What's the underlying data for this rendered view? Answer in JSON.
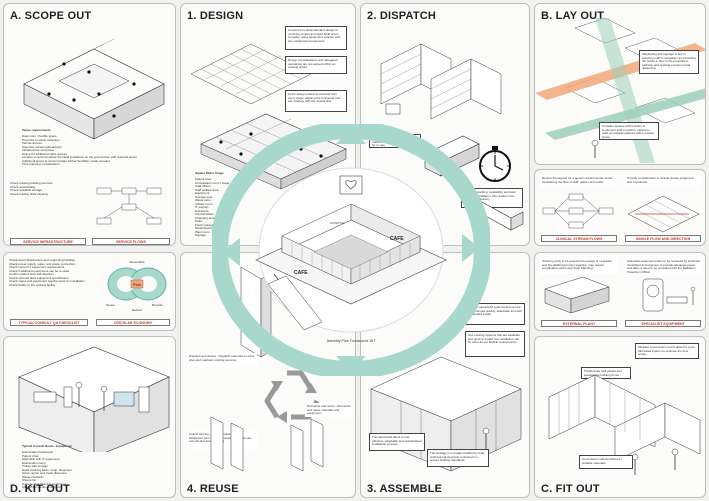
{
  "panels": {
    "scope_out": {
      "title": "SCOPE OUT",
      "letter": "A.",
      "heading": "Venue requirements",
      "list": [
        "Data room / flexible space",
        "Proximity to waste collection",
        "Vehicle access",
        "Step-free access (wheelchair)",
        "Infrastructure and power",
        "Space for additional cable access",
        "Location to accommodate the initial installation on the ground floor with required space",
        "Additional space to accommodate further flexibility / scale demand",
        "Time planning consideration"
      ],
      "checklist_a": [
        "Check existing building services",
        "Check accessibility",
        "Check available storage",
        "Check loading dock capacity"
      ],
      "tag_left": "SERVICE INFRASTRUCTURE",
      "tag_right": "SERVICE FLOWS"
    },
    "design": {
      "title": "DESIGN",
      "number": "1.",
      "note1": "Construct modular/standard design to minimise project and rapid build times. Consider using equipment supplier with pre-configured components.",
      "note2": "Design considerations and delegated operations are pre-agreed within an existing space.",
      "note3": "At the design phase its involved from every stage, aligning the functional and site strategy with the clinical flow.",
      "list_heading": "Square Metre Usage",
      "list": [
        "Patient area",
        "Consultation room / triage",
        "Staff offices",
        "Staff welfare area",
        "Equipment",
        "Storage area",
        "Waste store",
        "Utilities room",
        "IT support",
        "Entrances",
        "Clinical Waste",
        "Changing area",
        "Toilet",
        "Fresh storage room",
        "Switchboard",
        "Plant room",
        "Signage"
      ]
    },
    "dispatch": {
      "title": "DISPATCH",
      "number": "2.",
      "note1": "Disassemble and pack existing material and equipment required for re-use.",
      "note2": "Prioritise stocking, availability and lead times for installation, this results in the flexibility of delivery."
    },
    "lay_out": {
      "title": "LAY OUT",
      "letter": "B.",
      "note1": "Wayfinding and signage is key to assisting staff in navigation and directing the public to flow in the prescribed pathway and spacing ensures social distancing.",
      "note2": "Consider spaces with function to implement staff to patient, patient to staff, as multiple patients within a share space.",
      "note3": "Review the layouts for a generic departmental model considering the flow of staff, patient and public.",
      "note4": "Provide consideration to clinical stream single and flow of patients.",
      "tag_left": "CLINICAL STREAM FLOWS",
      "tag_right": "SINGLE FLOW AND DIRECTION"
    },
    "checklist_left": {
      "items": [
        "Check local infrastructure and supporting facilities",
        "Check power supply, water, and waste connection",
        "Check current IT equipment requirements",
        "Check if additional equipment can be re-used",
        "Confirm patient flow and direction",
        "Check external plant equipment specification",
        "Check space and equipment requirements for installation",
        "Check facility to the existing facility"
      ],
      "tag_left": "TYPICAL CONSULT QA CHECKLIST",
      "tag_right": "CIRCULAR ECONOMY",
      "center_label": "Plan",
      "ring_labels": [
        "Renewable",
        "Reuse",
        "Recycle",
        "Reduce"
      ]
    },
    "external": {
      "note1": "Ordering early to be prepared for swaps or upgrades and the additional power supplies, may require coordination with Local Trust Planning.",
      "note2": "Specialist equipment plans to be reviewed by technical consultant and engineer to provide adequate power and data. A need to be consulted with the Radiation Protection Officer.",
      "tag_left": "EXTERNAL PLANT",
      "tag_right": "SPECIALIST EQUIPMENT",
      "letter": "C.",
      "title": "FIT OUT",
      "note3": "Modular construction rooms allow for a pre-fabricated system to optimise the time onsite.",
      "note4": "Prefabricate wall panels and standardise building fit-out specification.",
      "note5": "Commission selected fitment / suitable materials."
    },
    "kit_out": {
      "title": "KIT OUT",
      "letter": "D.",
      "list_heading": "Typical Consult Room - Equipment",
      "list": [
        "Examination bed/couch",
        "Patient chair",
        "Wall table with IT equipment",
        "Examination lamp",
        "Trolley with storage",
        "Hand washing basin, soap, dispenser",
        "Glove, apron and mask dispenser",
        "Waste container",
        "Sharps bin",
        "Hygiene and cleaning equipment",
        "Sterile/Non-sterile containers"
      ]
    },
    "reuse": {
      "title": "REUSE",
      "number": "4.",
      "note1": "Dispatch and assets - Dispatch materials to other sites and maintain existing services.",
      "note2": "Collect and log - Existing materials and equipment prior to decommissioning of the site, records and asset tracking.",
      "note3": "Dismantle and reuse - Dismantle and reuse materials and equipment."
    },
    "assemble": {
      "title": "ASSEMBLE",
      "number": "3.",
      "note1": "Provide rapid-build systems that can be implemented quickly, adaptable and with a standard install.",
      "note2": "Use existing systems that are available and quick to install; the installation can be done as per flexible requirements.",
      "note3": "The rapid-build offers a cost-effective, adaptable and standardised installation process.",
      "note4": "The strategy is normally installed by lead professional electrical contractors to ensure building standards."
    }
  },
  "center": {
    "caption": "Asembly Plan Turnaround 16T",
    "cafe_label": "CAFE",
    "hospital_label": "HOSPITAL"
  },
  "colors": {
    "ring": "#a8d8cc",
    "ring_dark": "#5fb29f",
    "accent_red": "#c0392b",
    "orange": "#f0a87a",
    "green_flow": "#9ccfb8"
  }
}
